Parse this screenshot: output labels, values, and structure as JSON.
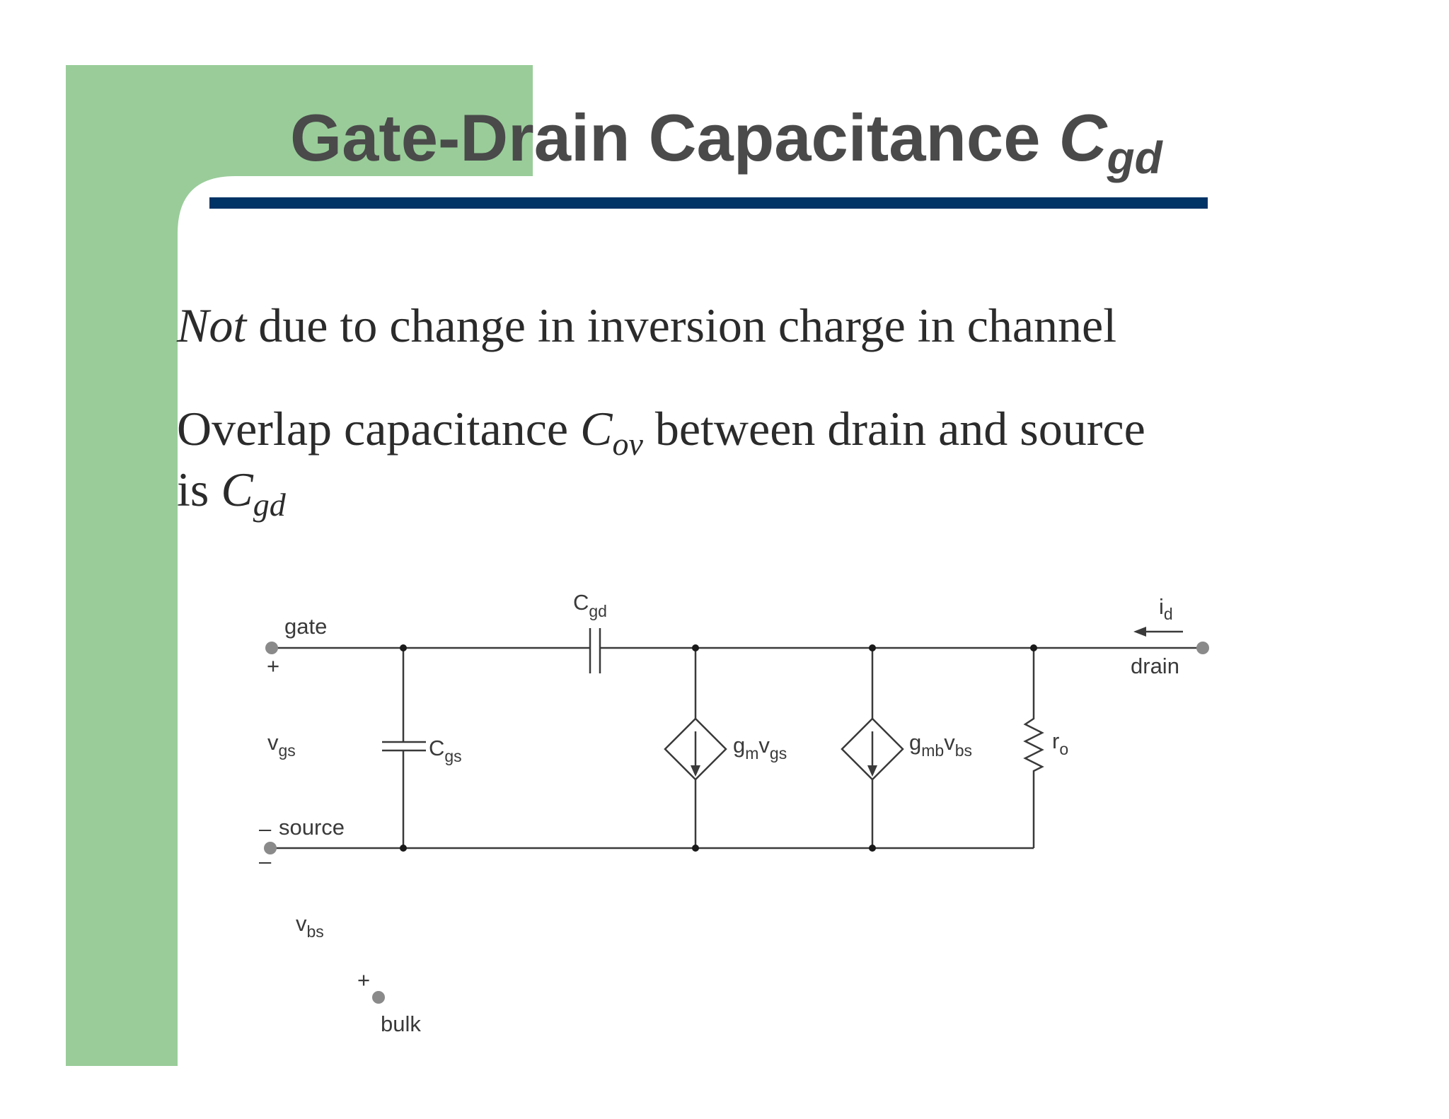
{
  "slide": {
    "title_main": "Gate-Drain Capacitance ",
    "title_sym": "C",
    "title_sub": "gd",
    "colors": {
      "accent_green": "#99cc99",
      "rule_navy": "#003366",
      "title_gray": "#4a4a4a"
    }
  },
  "bullets": [
    {
      "em": "Not",
      "text": " due to change in inversion charge in channel"
    },
    {
      "pre": "Overlap capacitance ",
      "sym": "C",
      "sub": "ov",
      "post": " between drain and source"
    },
    {
      "pre": "is ",
      "sym": "C",
      "sub": "gd"
    }
  ],
  "circuit": {
    "gate": "gate",
    "drain": "drain",
    "source": "source",
    "bulk": "bulk",
    "plus": "+",
    "minus": "–",
    "v": "v",
    "gs": "gs",
    "bs": "bs",
    "C": "C",
    "gd": "gd",
    "g": "g",
    "m": "m",
    "mb": "mb",
    "r": "r",
    "o": "o",
    "i": "i",
    "d": "d"
  }
}
